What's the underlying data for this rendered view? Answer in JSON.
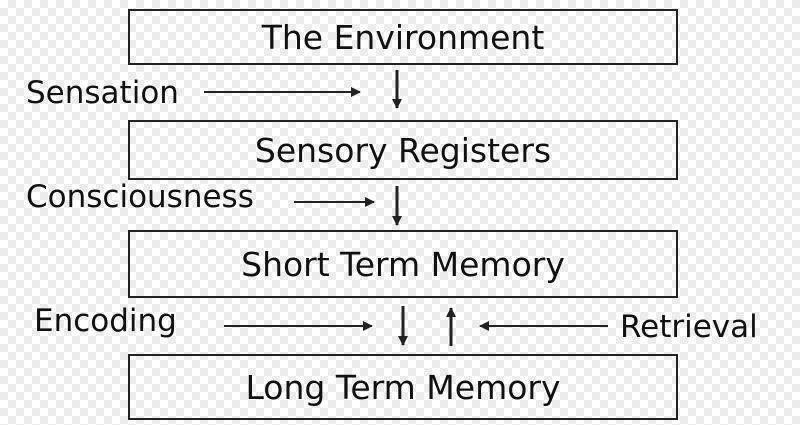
{
  "stages": [
    "The Environment",
    "Sensory Registers",
    "Short Term Memory",
    "Long Term Memory"
  ],
  "processes": {
    "sensation": "Sensation",
    "consciousness": "Consciousness",
    "encoding": "Encoding",
    "retrieval": "Retrieval"
  },
  "colors": {
    "line": "#222222",
    "text": "#111111",
    "background": "#ffffff"
  }
}
